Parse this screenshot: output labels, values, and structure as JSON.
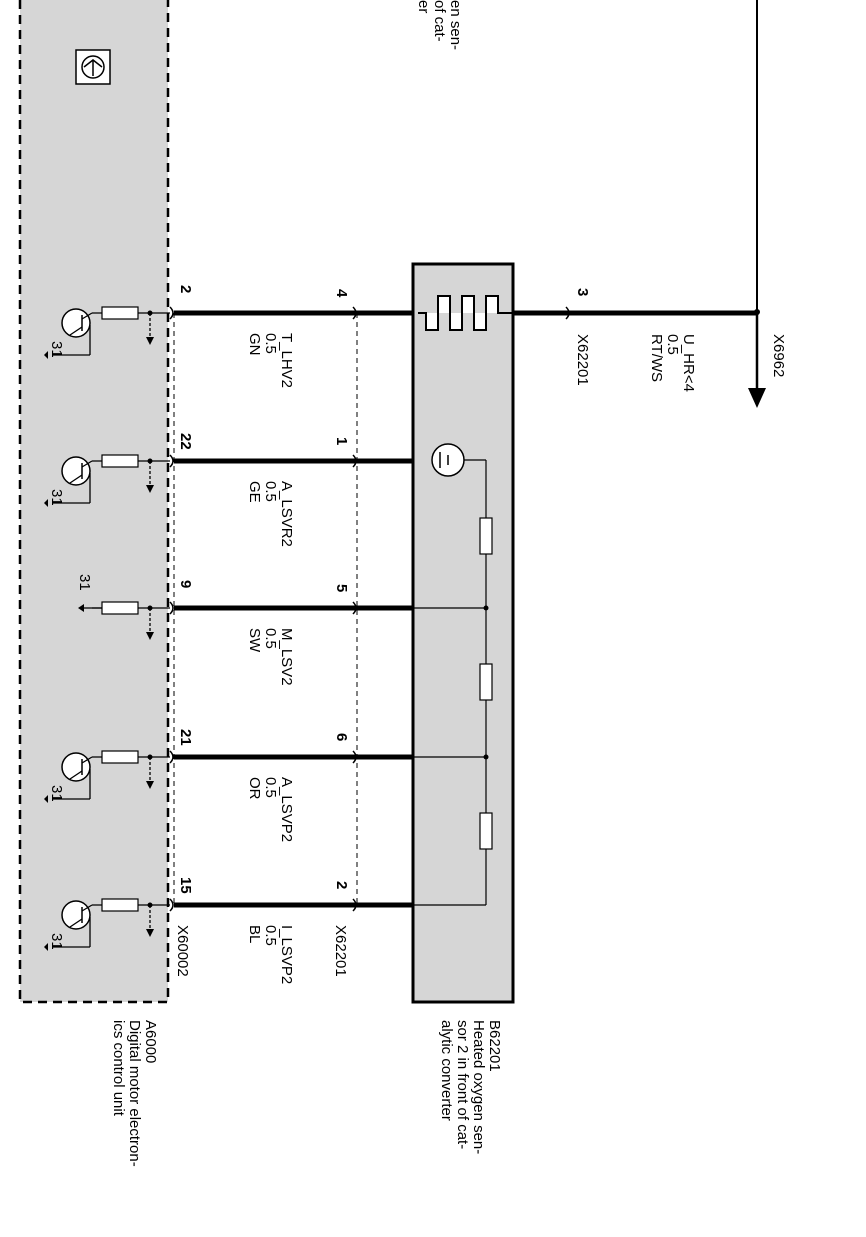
{
  "top_fragment": [
    "en sen-",
    "of cat-",
    "er"
  ],
  "ground_label": "31",
  "oxygen_sensor": {
    "id": "B62201",
    "description": [
      "Heated oxygen sen-",
      "sor 2 in front of cat-",
      "alytic converter"
    ]
  },
  "control_unit": {
    "id": "A6000",
    "description": [
      "Digital motor electron-",
      "ics control unit"
    ],
    "connector": "X60002"
  },
  "sensor_connector": "X62201",
  "heater_supply": {
    "pin": "3",
    "connector": "X62201",
    "signal": "U_HR<4",
    "gauge": "0.5",
    "color": "RT/WS",
    "splice": "X6962"
  },
  "wires": [
    {
      "ecu_pin": "2",
      "sensor_pin": "4",
      "signal": "T_LHV2",
      "gauge": "0.5",
      "color": "GN"
    },
    {
      "ecu_pin": "22",
      "sensor_pin": "1",
      "signal": "A_LSVR2",
      "gauge": "0.5",
      "color": "GE"
    },
    {
      "ecu_pin": "9",
      "sensor_pin": "5",
      "signal": "M_LSV2",
      "gauge": "0.5",
      "color": "SW"
    },
    {
      "ecu_pin": "21",
      "sensor_pin": "6",
      "signal": "A_LSVP2",
      "gauge": "0.5",
      "color": "OR"
    },
    {
      "ecu_pin": "15",
      "sensor_pin": "2",
      "signal": "I_LSVP2",
      "gauge": "0.5",
      "color": "BL"
    }
  ]
}
